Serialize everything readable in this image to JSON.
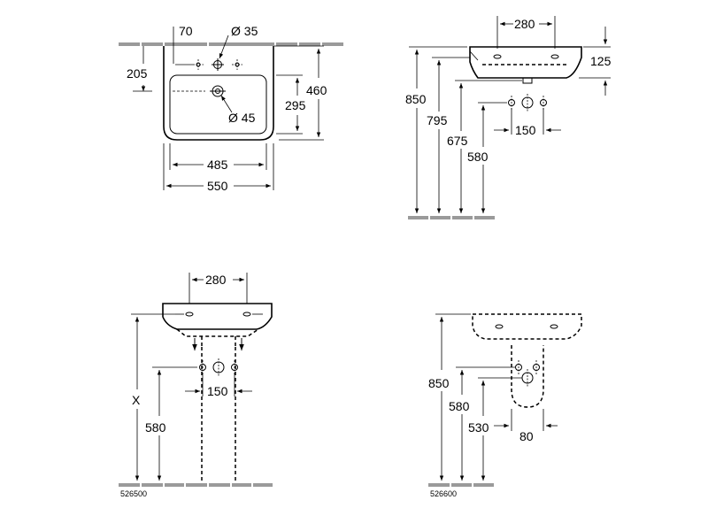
{
  "top_view": {
    "dim_tap_offset": "70",
    "dim_tap_hole": "Ø 35",
    "dim_tap_depth": "205",
    "dim_depth": "460",
    "dim_inner_depth": "295",
    "dim_waste": "Ø 45",
    "dim_inner_width": "485",
    "dim_width": "550"
  },
  "side_view": {
    "dim_fixing": "280",
    "dim_height_rim": "850",
    "dim_height_under": "795",
    "dim_height_trap": "675",
    "dim_height_supply": "580",
    "dim_bowl_height": "125",
    "dim_supply_spacing": "150"
  },
  "front_view_pedestal": {
    "dim_fixing": "280",
    "dim_height": "X",
    "dim_supply_height": "580",
    "dim_supply_spacing": "150",
    "article_number": "526500"
  },
  "front_view_semi_pedestal": {
    "dim_height_rim": "850",
    "dim_supply_height": "580",
    "dim_trap_height": "530",
    "dim_trap_width": "80",
    "article_number": "526600"
  },
  "colors": {
    "line": "#000000",
    "wall": "#9a9a9a",
    "background": "#ffffff"
  }
}
